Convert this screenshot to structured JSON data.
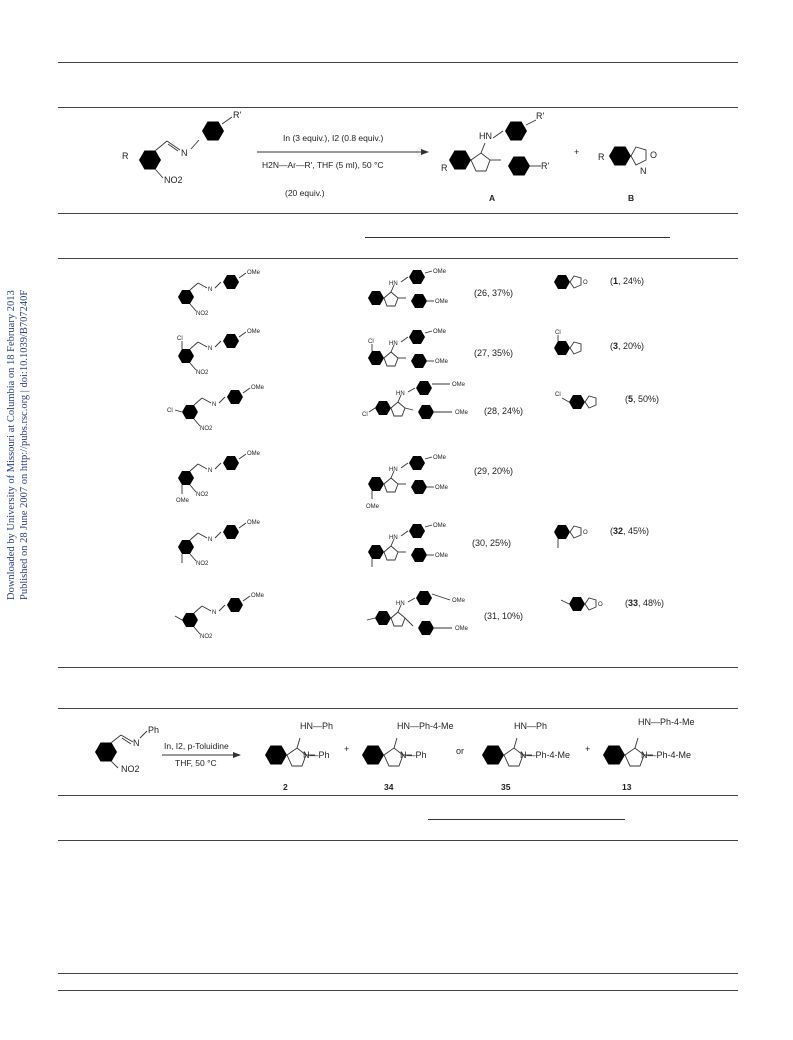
{
  "sidebar": {
    "line1": "Downloaded by University of Missouri at Columbia on 18 February 2013",
    "line2": "Published on 28 June 2007 on http://pubs.rsc.org | doi:10.1039/B707240F"
  },
  "scheme1": {
    "reactant_labels": {
      "r": "R",
      "r_prime": "R'",
      "n": "N",
      "no2": "NO2"
    },
    "conditions_top": "In (3 equiv.), I2 (0.8 equiv.)",
    "conditions_mid": "H2N—Ar—R', THF (5 ml), 50 °C",
    "reagent_amount": "(20 equiv.)",
    "product_a_label": "A",
    "product_b_label": "B",
    "plus": "+",
    "hn": "HN",
    "n": "N",
    "o": "O"
  },
  "table": {
    "rows": [
      {
        "substituent": "",
        "product": "(26, 37%)",
        "product_num": "26",
        "product_yield": "37%",
        "byproduct_num": "1",
        "byproduct_yield": "24%"
      },
      {
        "substituent": "Cl",
        "product": "(27, 35%)",
        "product_num": "27",
        "product_yield": "35%",
        "byproduct_num": "3",
        "byproduct_yield": "20%"
      },
      {
        "substituent": "Cl",
        "product": "(28, 24%)",
        "product_num": "28",
        "product_yield": "24%",
        "byproduct_num": "5",
        "byproduct_yield": "50%"
      },
      {
        "substituent": "OMe",
        "product": "(29, 20%)",
        "product_num": "29",
        "product_yield": "20%",
        "byproduct_num": "",
        "byproduct_yield": ""
      },
      {
        "substituent": "Me",
        "product": "(30, 25%)",
        "product_num": "30",
        "product_yield": "25%",
        "byproduct_num": "32",
        "byproduct_yield": "45%"
      },
      {
        "substituent": "Me",
        "product": "(31, 10%)",
        "product_num": "31",
        "product_yield": "10%",
        "byproduct_num": "33",
        "byproduct_yield": "48%"
      }
    ],
    "ome": "OMe",
    "no2": "NO2",
    "hn": "HN",
    "n": "N",
    "o": "O",
    "cl": "Cl"
  },
  "scheme2": {
    "ph": "Ph",
    "n": "N",
    "no2": "NO2",
    "conditions_top": "In, I2, p-Toluidine",
    "conditions_bottom": "THF, 50 °C",
    "plus": "+",
    "or": "or",
    "products": [
      {
        "num": "2",
        "nh_sub": "HN—Ph",
        "n_sub": "N—Ph"
      },
      {
        "num": "34",
        "nh_sub": "HN—Ph-4-Me",
        "n_sub": "N—Ph"
      },
      {
        "num": "35",
        "nh_sub": "HN—Ph",
        "n_sub": "N—Ph-4-Me"
      },
      {
        "num": "13",
        "nh_sub": "HN—Ph-4-Me",
        "n_sub": "N—Ph-4-Me"
      }
    ]
  }
}
